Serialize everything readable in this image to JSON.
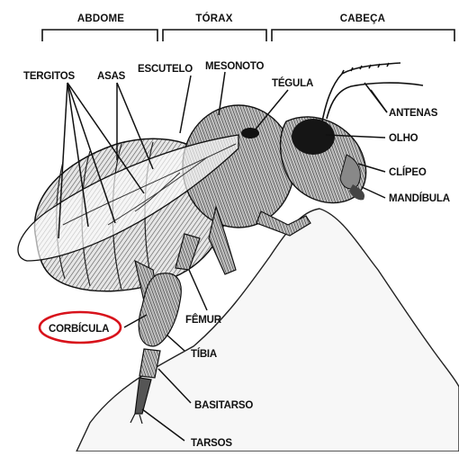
{
  "sections": {
    "abdomen": "ABDOME",
    "thorax": "TÓRAX",
    "head": "CABEÇA"
  },
  "labels": {
    "tergitos": "TERGITOS",
    "asas": "ASAS",
    "escutelo": "ESCUTELO",
    "mesonoto": "MESONOTO",
    "tegula": "TÉGULA",
    "antenas": "ANTENAS",
    "olho": "OLHO",
    "clipeo": "CLÍPEO",
    "mandibula": "MANDÍBULA",
    "corbicula": "CORBÍCULA",
    "femur": "FÊMUR",
    "tibia": "TÍBIA",
    "basitarso": "BASITARSO",
    "tarsos": "TARSOS"
  },
  "highlight": {
    "target": "CORBÍCULA",
    "color": "#d8121b"
  },
  "colors": {
    "ink": "#111111",
    "rock": "#f7f7f7",
    "body": "#cfcfcf"
  }
}
